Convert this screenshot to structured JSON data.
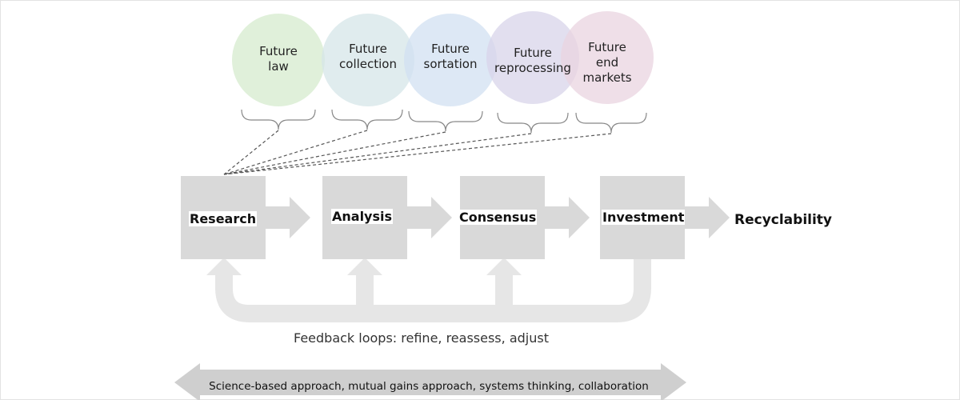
{
  "future_factors": [
    {
      "line1": "Future",
      "line2": "law",
      "line3": "",
      "color": "#d6ebcd"
    },
    {
      "line1": "Future",
      "line2": "collection",
      "line3": "",
      "color": "#d6e5e8"
    },
    {
      "line1": "Future",
      "line2": "sortation",
      "line3": "",
      "color": "#d2e0f2"
    },
    {
      "line1": "Future",
      "line2": "reprocessing",
      "line3": "",
      "color": "#d8d4ea"
    },
    {
      "line1": "Future",
      "line2": "end",
      "line3": "markets",
      "color": "#ead4e0"
    }
  ],
  "steps": [
    "Research",
    "Analysis",
    "Consensus",
    "Investment"
  ],
  "outcome": "Recyclability",
  "feedback_label": "Feedback loops: refine, reassess, adjust",
  "approach_label": "Science-based approach, mutual gains approach, systems thinking, collaboration",
  "colors": {
    "box": "#d9d9d9",
    "arrow": "#d9d9d9",
    "loop": "#e6e6e6",
    "approach_arrow": "#cfcfcf"
  }
}
